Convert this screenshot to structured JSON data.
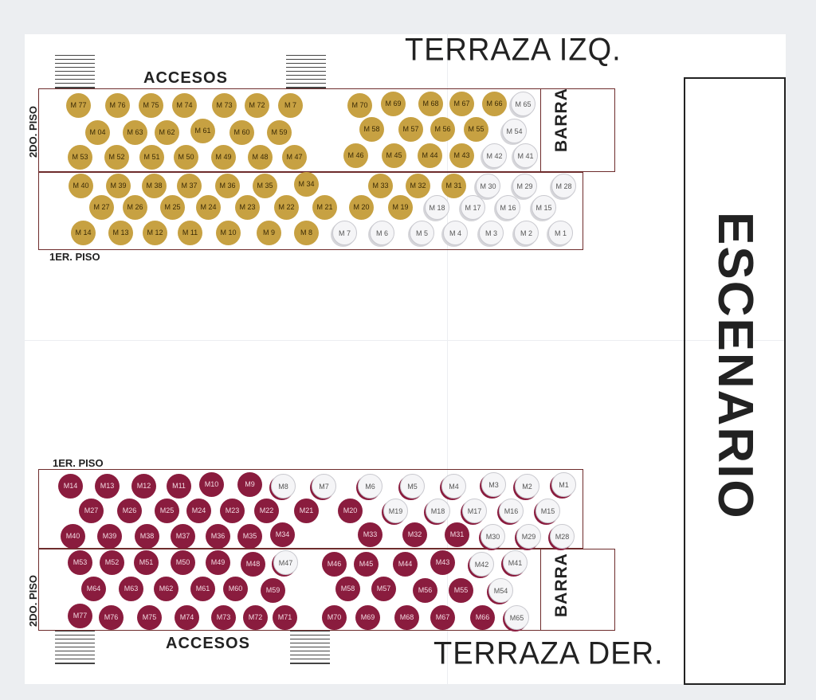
{
  "colors": {
    "gold": "#c7a142",
    "maroon": "#8a1c3e",
    "available": "#f5f5f7",
    "outline": "#6e2c2c"
  },
  "labels": {
    "terraza_izq": "TERRAZA IZQ.",
    "terraza_der": "TERRAZA DER.",
    "accesos_top": "ACCESOS",
    "accesos_bottom": "ACCESOS",
    "segundo_piso_top": "2DO. PISO",
    "segundo_piso_bottom": "2DO. PISO",
    "primer_piso_top": "1ER. PISO",
    "primer_piso_bottom": "1ER. PISO",
    "barra_top": "BARRA",
    "barra_bottom": "BARRA",
    "escenario": "ESCENARIO"
  },
  "top_tables": [
    {
      "label": "M 77",
      "s": "gold"
    },
    {
      "label": "M 76",
      "s": "gold"
    },
    {
      "label": "M 75",
      "s": "gold"
    },
    {
      "label": "M 74",
      "s": "gold"
    },
    {
      "label": "M 73",
      "s": "gold"
    },
    {
      "label": "M 72",
      "s": "gold"
    },
    {
      "label": "M 7",
      "s": "gold"
    },
    {
      "label": "M 70",
      "s": "gold"
    },
    {
      "label": "M 69",
      "s": "gold"
    },
    {
      "label": "M 68",
      "s": "gold"
    },
    {
      "label": "M 67",
      "s": "gold"
    },
    {
      "label": "M 66",
      "s": "gold"
    },
    {
      "label": "M 65",
      "s": "white"
    },
    {
      "label": "M 04",
      "s": "gold"
    },
    {
      "label": "M 63",
      "s": "gold"
    },
    {
      "label": "M 62",
      "s": "gold"
    },
    {
      "label": "M 61",
      "s": "gold"
    },
    {
      "label": "M 60",
      "s": "gold"
    },
    {
      "label": "M 59",
      "s": "gold"
    },
    {
      "label": "M 58",
      "s": "gold"
    },
    {
      "label": "M 57",
      "s": "gold"
    },
    {
      "label": "M 56",
      "s": "gold"
    },
    {
      "label": "M 55",
      "s": "gold"
    },
    {
      "label": "M 54",
      "s": "white"
    },
    {
      "label": "M 53",
      "s": "gold"
    },
    {
      "label": "M 52",
      "s": "gold"
    },
    {
      "label": "M 51",
      "s": "gold"
    },
    {
      "label": "M 50",
      "s": "gold"
    },
    {
      "label": "M 49",
      "s": "gold"
    },
    {
      "label": "M 48",
      "s": "gold"
    },
    {
      "label": "M 47",
      "s": "gold"
    },
    {
      "label": "M 46",
      "s": "gold"
    },
    {
      "label": "M 45",
      "s": "gold"
    },
    {
      "label": "M 44",
      "s": "gold"
    },
    {
      "label": "M 43",
      "s": "gold"
    },
    {
      "label": "M 42",
      "s": "white"
    },
    {
      "label": "M 41",
      "s": "white"
    },
    {
      "label": "M 40",
      "s": "gold"
    },
    {
      "label": "M 39",
      "s": "gold"
    },
    {
      "label": "M 38",
      "s": "gold"
    },
    {
      "label": "M 37",
      "s": "gold"
    },
    {
      "label": "M 36",
      "s": "gold"
    },
    {
      "label": "M 35",
      "s": "gold"
    },
    {
      "label": "M 34",
      "s": "gold"
    },
    {
      "label": "M 33",
      "s": "gold"
    },
    {
      "label": "M 32",
      "s": "gold"
    },
    {
      "label": "M 31",
      "s": "gold"
    },
    {
      "label": "M 30",
      "s": "white"
    },
    {
      "label": "M 29",
      "s": "white"
    },
    {
      "label": "M 28",
      "s": "white"
    },
    {
      "label": "M 27",
      "s": "gold"
    },
    {
      "label": "M 26",
      "s": "gold"
    },
    {
      "label": "M 25",
      "s": "gold"
    },
    {
      "label": "M 24",
      "s": "gold"
    },
    {
      "label": "M 23",
      "s": "gold"
    },
    {
      "label": "M 22",
      "s": "gold"
    },
    {
      "label": "M 21",
      "s": "gold"
    },
    {
      "label": "M 20",
      "s": "gold"
    },
    {
      "label": "M 19",
      "s": "gold"
    },
    {
      "label": "M 18",
      "s": "white"
    },
    {
      "label": "M 17",
      "s": "white"
    },
    {
      "label": "M 16",
      "s": "white"
    },
    {
      "label": "M 15",
      "s": "white"
    },
    {
      "label": "M 14",
      "s": "gold"
    },
    {
      "label": "M 13",
      "s": "gold"
    },
    {
      "label": "M 12",
      "s": "gold"
    },
    {
      "label": "M 11",
      "s": "gold"
    },
    {
      "label": "M 10",
      "s": "gold"
    },
    {
      "label": "M 9",
      "s": "gold"
    },
    {
      "label": "M 8",
      "s": "gold"
    },
    {
      "label": "M 7",
      "s": "white"
    },
    {
      "label": "M 6",
      "s": "white"
    },
    {
      "label": "M 5",
      "s": "white"
    },
    {
      "label": "M 4",
      "s": "white"
    },
    {
      "label": "M 3",
      "s": "white"
    },
    {
      "label": "M 2",
      "s": "white"
    },
    {
      "label": "M 1",
      "s": "white"
    }
  ],
  "bottom_tables": [
    {
      "label": "M14",
      "s": "maroon"
    },
    {
      "label": "M13",
      "s": "maroon"
    },
    {
      "label": "M12",
      "s": "maroon"
    },
    {
      "label": "M11",
      "s": "maroon"
    },
    {
      "label": "M10",
      "s": "maroon"
    },
    {
      "label": "M9",
      "s": "maroon"
    },
    {
      "label": "M8",
      "s": "rose"
    },
    {
      "label": "M7",
      "s": "rose"
    },
    {
      "label": "M6",
      "s": "rose"
    },
    {
      "label": "M5",
      "s": "rose"
    },
    {
      "label": "M4",
      "s": "rose"
    },
    {
      "label": "M3",
      "s": "rose"
    },
    {
      "label": "M2",
      "s": "rose"
    },
    {
      "label": "M1",
      "s": "rose"
    },
    {
      "label": "M27",
      "s": "maroon"
    },
    {
      "label": "M26",
      "s": "maroon"
    },
    {
      "label": "M25",
      "s": "maroon"
    },
    {
      "label": "M24",
      "s": "maroon"
    },
    {
      "label": "M23",
      "s": "maroon"
    },
    {
      "label": "M22",
      "s": "maroon"
    },
    {
      "label": "M21",
      "s": "maroon"
    },
    {
      "label": "M20",
      "s": "maroon"
    },
    {
      "label": "M19",
      "s": "rose"
    },
    {
      "label": "M18",
      "s": "rose"
    },
    {
      "label": "M17",
      "s": "rose"
    },
    {
      "label": "M16",
      "s": "rose"
    },
    {
      "label": "M15",
      "s": "rose"
    },
    {
      "label": "M40",
      "s": "maroon"
    },
    {
      "label": "M39",
      "s": "maroon"
    },
    {
      "label": "M38",
      "s": "maroon"
    },
    {
      "label": "M37",
      "s": "maroon"
    },
    {
      "label": "M36",
      "s": "maroon"
    },
    {
      "label": "M35",
      "s": "maroon"
    },
    {
      "label": "M34",
      "s": "maroon"
    },
    {
      "label": "M33",
      "s": "maroon"
    },
    {
      "label": "M32",
      "s": "maroon"
    },
    {
      "label": "M31",
      "s": "maroon"
    },
    {
      "label": "M30",
      "s": "rose"
    },
    {
      "label": "M29",
      "s": "rose"
    },
    {
      "label": "M28",
      "s": "rose"
    },
    {
      "label": "M53",
      "s": "maroon"
    },
    {
      "label": "M52",
      "s": "maroon"
    },
    {
      "label": "M51",
      "s": "maroon"
    },
    {
      "label": "M50",
      "s": "maroon"
    },
    {
      "label": "M49",
      "s": "maroon"
    },
    {
      "label": "M48",
      "s": "maroon"
    },
    {
      "label": "M47",
      "s": "rose"
    },
    {
      "label": "M46",
      "s": "maroon"
    },
    {
      "label": "M45",
      "s": "maroon"
    },
    {
      "label": "M44",
      "s": "maroon"
    },
    {
      "label": "M43",
      "s": "maroon"
    },
    {
      "label": "M42",
      "s": "rose"
    },
    {
      "label": "M41",
      "s": "rose"
    },
    {
      "label": "M64",
      "s": "maroon"
    },
    {
      "label": "M63",
      "s": "maroon"
    },
    {
      "label": "M62",
      "s": "maroon"
    },
    {
      "label": "M61",
      "s": "maroon"
    },
    {
      "label": "M60",
      "s": "maroon"
    },
    {
      "label": "M59",
      "s": "maroon"
    },
    {
      "label": "M58",
      "s": "maroon"
    },
    {
      "label": "M57",
      "s": "maroon"
    },
    {
      "label": "M56",
      "s": "maroon"
    },
    {
      "label": "M55",
      "s": "maroon"
    },
    {
      "label": "M54",
      "s": "rose"
    },
    {
      "label": "M77",
      "s": "maroon"
    },
    {
      "label": "M76",
      "s": "maroon"
    },
    {
      "label": "M75",
      "s": "maroon"
    },
    {
      "label": "M74",
      "s": "maroon"
    },
    {
      "label": "M73",
      "s": "maroon"
    },
    {
      "label": "M72",
      "s": "maroon"
    },
    {
      "label": "M71",
      "s": "maroon"
    },
    {
      "label": "M70",
      "s": "maroon"
    },
    {
      "label": "M69",
      "s": "maroon"
    },
    {
      "label": "M68",
      "s": "maroon"
    },
    {
      "label": "M67",
      "s": "maroon"
    },
    {
      "label": "M66",
      "s": "maroon"
    },
    {
      "label": "M65",
      "s": "rose"
    }
  ]
}
